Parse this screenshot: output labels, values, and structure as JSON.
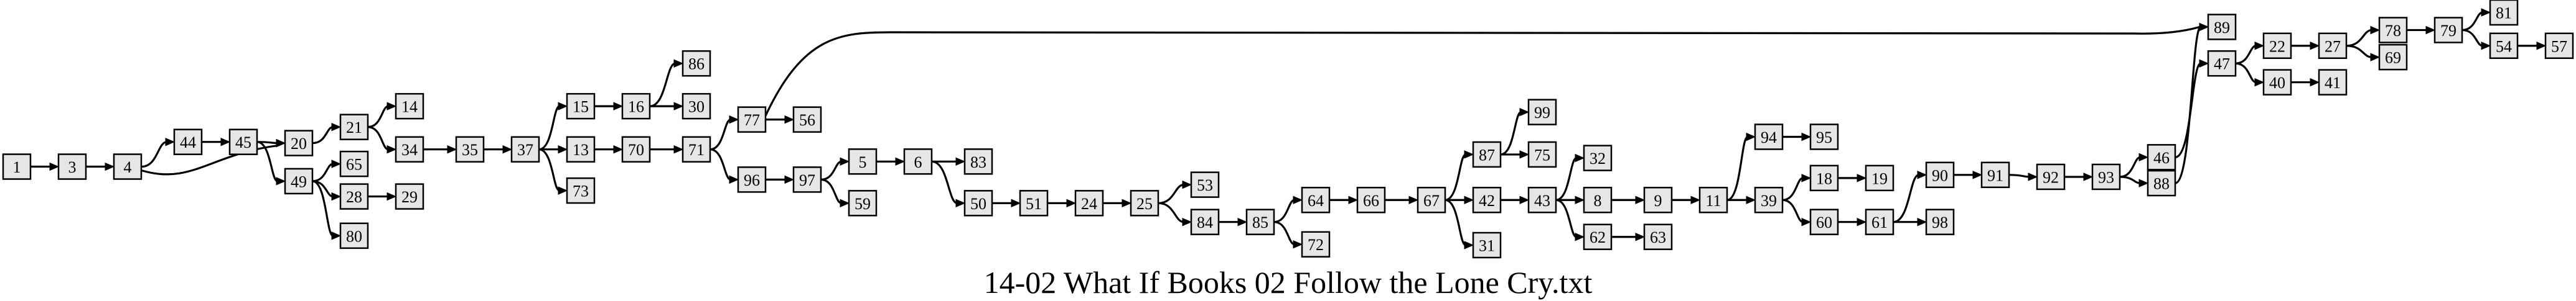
{
  "caption": "14-02 What If Books 02 Follow the Lone Cry.txt",
  "nodes": [
    "1",
    "3",
    "4",
    "44",
    "45",
    "20",
    "21",
    "14",
    "34",
    "35",
    "37",
    "15",
    "16",
    "86",
    "30",
    "13",
    "70",
    "71",
    "77",
    "56",
    "96",
    "97",
    "5",
    "59",
    "6",
    "83",
    "50",
    "51",
    "24",
    "25",
    "53",
    "84",
    "85",
    "64",
    "72",
    "66",
    "67",
    "87",
    "99",
    "75",
    "42",
    "43",
    "32",
    "8",
    "9",
    "11",
    "94",
    "95",
    "39",
    "18",
    "19",
    "60",
    "61",
    "90",
    "98",
    "91",
    "92",
    "93",
    "46",
    "88",
    "89",
    "47",
    "22",
    "27",
    "78",
    "79",
    "81",
    "54",
    "57",
    "69",
    "40",
    "41",
    "31",
    "62",
    "63",
    "73",
    "49",
    "65",
    "28",
    "29",
    "80"
  ],
  "edges": [
    [
      "1",
      "3"
    ],
    [
      "3",
      "4"
    ],
    [
      "4",
      "44"
    ],
    [
      "4",
      "20"
    ],
    [
      "44",
      "45"
    ],
    [
      "45",
      "20"
    ],
    [
      "45",
      "49"
    ],
    [
      "20",
      "21"
    ],
    [
      "21",
      "14"
    ],
    [
      "21",
      "34"
    ],
    [
      "34",
      "35"
    ],
    [
      "35",
      "37"
    ],
    [
      "37",
      "15"
    ],
    [
      "37",
      "13"
    ],
    [
      "37",
      "73"
    ],
    [
      "15",
      "16"
    ],
    [
      "16",
      "86"
    ],
    [
      "16",
      "30"
    ],
    [
      "13",
      "70"
    ],
    [
      "70",
      "71"
    ],
    [
      "71",
      "77"
    ],
    [
      "71",
      "96"
    ],
    [
      "77",
      "56"
    ],
    [
      "77",
      "89"
    ],
    [
      "96",
      "97"
    ],
    [
      "97",
      "5"
    ],
    [
      "97",
      "59"
    ],
    [
      "5",
      "6"
    ],
    [
      "6",
      "83"
    ],
    [
      "6",
      "50"
    ],
    [
      "50",
      "51"
    ],
    [
      "51",
      "24"
    ],
    [
      "24",
      "25"
    ],
    [
      "25",
      "53"
    ],
    [
      "25",
      "84"
    ],
    [
      "84",
      "85"
    ],
    [
      "85",
      "64"
    ],
    [
      "85",
      "72"
    ],
    [
      "64",
      "66"
    ],
    [
      "66",
      "67"
    ],
    [
      "67",
      "87"
    ],
    [
      "67",
      "42"
    ],
    [
      "67",
      "31"
    ],
    [
      "87",
      "99"
    ],
    [
      "87",
      "75"
    ],
    [
      "42",
      "43"
    ],
    [
      "43",
      "32"
    ],
    [
      "43",
      "8"
    ],
    [
      "43",
      "62"
    ],
    [
      "62",
      "63"
    ],
    [
      "8",
      "9"
    ],
    [
      "9",
      "11"
    ],
    [
      "11",
      "94"
    ],
    [
      "11",
      "39"
    ],
    [
      "94",
      "95"
    ],
    [
      "39",
      "18"
    ],
    [
      "39",
      "60"
    ],
    [
      "18",
      "19"
    ],
    [
      "60",
      "61"
    ],
    [
      "61",
      "90"
    ],
    [
      "61",
      "98"
    ],
    [
      "90",
      "91"
    ],
    [
      "91",
      "92"
    ],
    [
      "92",
      "93"
    ],
    [
      "93",
      "46"
    ],
    [
      "93",
      "88"
    ],
    [
      "46",
      "47"
    ],
    [
      "88",
      "89"
    ],
    [
      "47",
      "22"
    ],
    [
      "47",
      "40"
    ],
    [
      "22",
      "27"
    ],
    [
      "27",
      "78"
    ],
    [
      "27",
      "69"
    ],
    [
      "78",
      "79"
    ],
    [
      "79",
      "81"
    ],
    [
      "79",
      "54"
    ],
    [
      "54",
      "57"
    ],
    [
      "40",
      "41"
    ],
    [
      "49",
      "65"
    ],
    [
      "49",
      "28"
    ],
    [
      "49",
      "80"
    ],
    [
      "28",
      "29"
    ]
  ]
}
